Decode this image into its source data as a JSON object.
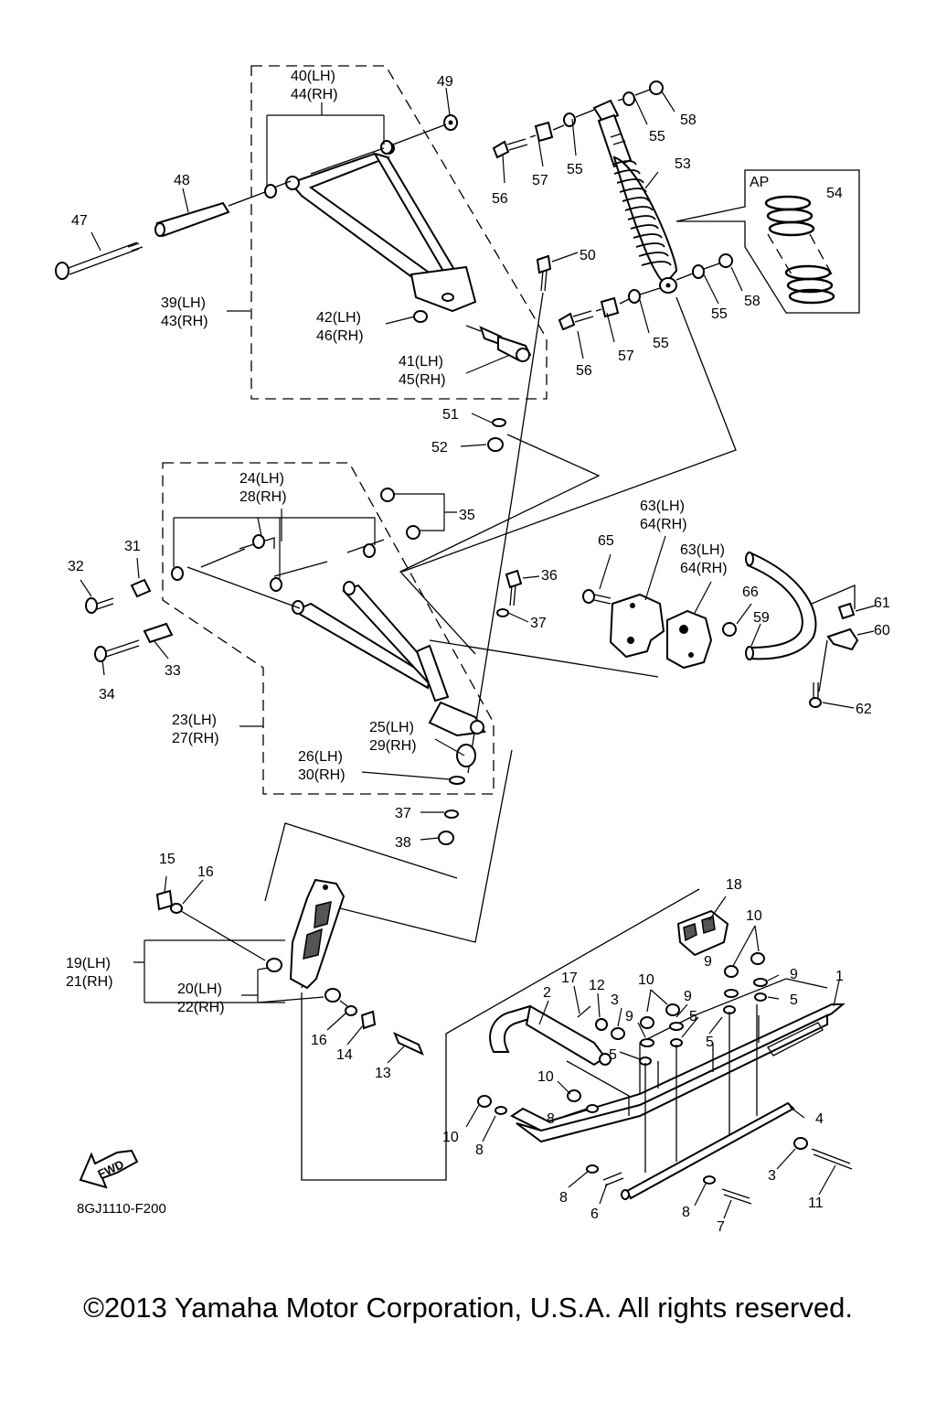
{
  "diagram_code": "8GJ1110-F200",
  "fwd_badge": "FWD",
  "inset_tag": "AP",
  "copyright": "©2013 Yamaha Motor Corporation, U.S.A. All rights reserved.",
  "labels": {
    "l40": "40(LH)",
    "l44": "44(RH)",
    "l49": "49",
    "l58a": "58",
    "l55a": "55",
    "l55b": "55",
    "l53": "53",
    "l56a": "56",
    "l57a": "57",
    "l48": "48",
    "l47": "47",
    "l54": "54",
    "l50": "50",
    "l39": "39(LH)",
    "l43": "43(RH)",
    "l42": "42(LH)",
    "l46": "46(RH)",
    "l55c": "55",
    "l58b": "58",
    "l55d": "55",
    "l57b": "57",
    "l56b": "56",
    "l41": "41(LH)",
    "l45": "45(RH)",
    "l51": "51",
    "l52": "52",
    "l24": "24(LH)",
    "l28": "28(RH)",
    "l35": "35",
    "l63a": "63(LH)",
    "l64a": "64(RH)",
    "l31": "31",
    "l32": "32",
    "l65": "65",
    "l36": "36",
    "l63b": "63(LH)",
    "l64b": "64(RH)",
    "l66": "66",
    "l61": "61",
    "l59": "59",
    "l60": "60",
    "l37a": "37",
    "l34": "34",
    "l33": "33",
    "l23": "23(LH)",
    "l27": "27(RH)",
    "l62": "62",
    "l25": "25(LH)",
    "l29": "29(RH)",
    "l26": "26(LH)",
    "l30": "30(RH)",
    "l37b": "37",
    "l38": "38",
    "l15": "15",
    "l16a": "16",
    "l18": "18",
    "l10a": "10",
    "l19": "19(LH)",
    "l21": "21(RH)",
    "l9a": "9",
    "l9b": "9",
    "l1": "1",
    "l17": "17",
    "l12": "12",
    "l10b": "10",
    "l20": "20(LH)",
    "l22": "22(RH)",
    "l2": "2",
    "l3a": "3",
    "l9c": "9",
    "l5a": "5",
    "l5b": "5",
    "l9d": "9",
    "l16b": "16",
    "l14": "14",
    "l5c": "5",
    "l5d": "5",
    "l13": "13",
    "l10c": "10",
    "l8a": "8",
    "l4": "4",
    "l10d": "10",
    "l8b": "8",
    "l3b": "3",
    "l8c": "8",
    "l11": "11",
    "l8d": "8",
    "l6": "6",
    "l7": "7"
  }
}
